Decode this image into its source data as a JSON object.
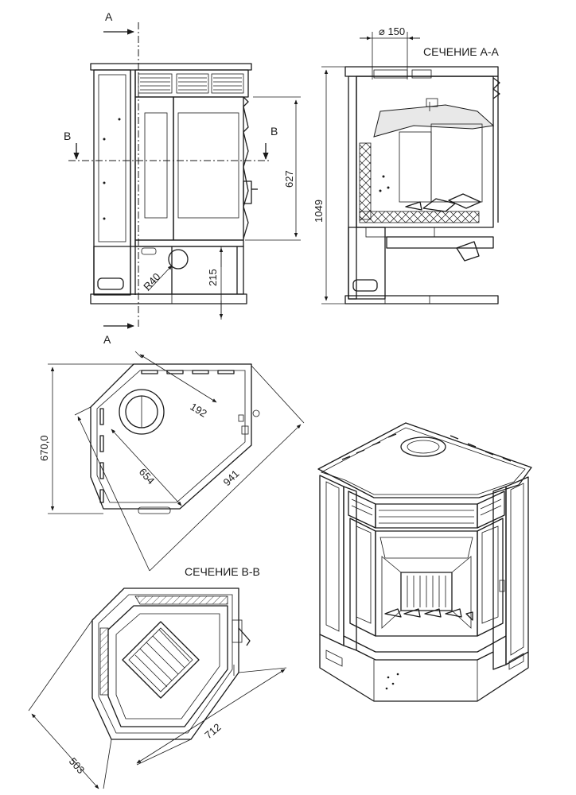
{
  "views": {
    "front": {
      "section_marker_top": "A",
      "section_marker_bottom": "A",
      "section_marker_left": "B",
      "section_marker_right": "B",
      "dim_height_door": "627",
      "dim_radius": "R40",
      "dim_outlet_height": "215"
    },
    "section_aa": {
      "title": "СЕЧЕНИЕ А-А",
      "dim_flue": "⌀ 150",
      "dim_total_height": "1049"
    },
    "top": {
      "dim_depth": "670,0",
      "dim_flue_offset": "192",
      "dim_diagonal": "654",
      "dim_front": "941"
    },
    "section_bb": {
      "title": "СЕЧЕНИЕ В-В",
      "dim_side": "503",
      "dim_front": "712"
    }
  }
}
